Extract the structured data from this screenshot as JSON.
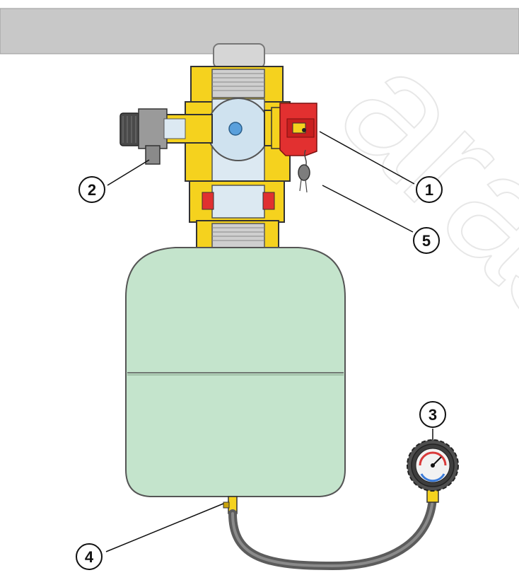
{
  "watermark": "aras.cz",
  "callouts": [
    {
      "number": "1",
      "target": "shut-off-valve-red-handle"
    },
    {
      "number": "2",
      "target": "drain-valve"
    },
    {
      "number": "3",
      "target": "pressure-gauge"
    },
    {
      "number": "4",
      "target": "tank-air-valve"
    },
    {
      "number": "5",
      "target": "lead-seal"
    }
  ],
  "colors": {
    "ceiling": "#c8c8c8",
    "brass": "#f5d21e",
    "brass_dark": "#caa40c",
    "valve_handle": "#e23030",
    "tank": "#c4e4cc",
    "hose": "#6a6a6a",
    "gauge_body": "#555555"
  }
}
